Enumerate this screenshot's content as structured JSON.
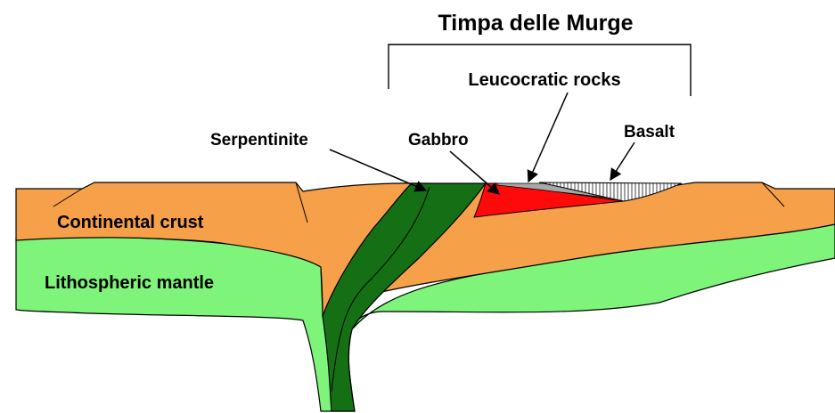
{
  "diagram": {
    "title": "Timpa delle Murge",
    "labels": {
      "leucocratic": "Leucocratic rocks",
      "basalt": "Basalt",
      "serpentinite": "Serpentinite",
      "gabbro": "Gabbro",
      "continental_crust": "Continental crust",
      "lithospheric_mantle": "Lithospheric mantle"
    },
    "colors": {
      "continental_crust": "#f6a04a",
      "lithospheric_mantle": "#7ef57a",
      "serpentinite": "#156f15",
      "gabbro": "#ff0a0a",
      "leucocratic_rocks": "#a8a8a8",
      "basalt": "#ffffff"
    }
  }
}
